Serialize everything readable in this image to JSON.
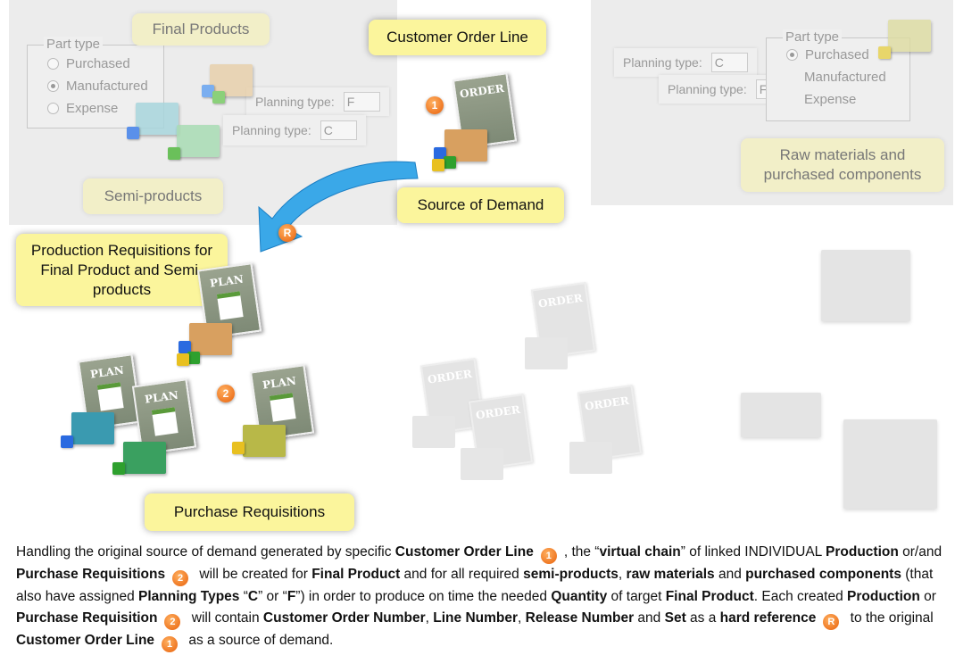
{
  "top_left": {
    "part_type_legend": "Part type",
    "options": [
      "Purchased",
      "Manufactured",
      "Expense"
    ],
    "selected": "Manufactured",
    "final_products": "Final Products",
    "semi_products": "Semi-products",
    "planning_label": "Planning type:",
    "planning_f": "F",
    "planning_c": "C"
  },
  "top_right": {
    "part_type_legend": "Part type",
    "options": [
      "Purchased",
      "Manufactured",
      "Expense"
    ],
    "selected": "Purchased",
    "planning_label": "Planning type:",
    "planning_c": "C",
    "planning_f": "F",
    "raw_materials": "Raw materials and purchased components"
  },
  "callouts": {
    "customer_order_line": "Customer Order Line",
    "source_of_demand": "Source of Demand",
    "production_requisitions": "Production Requisitions for Final Product and Semi-products",
    "purchase_requisitions": "Purchase Requisitions"
  },
  "badges": {
    "one": "1",
    "two": "2",
    "r": "R"
  },
  "doc_labels": {
    "order": "ORDER",
    "plan": "PLAN"
  },
  "colors": {
    "callout": "#fbf59c",
    "arrow": "#3aa8e8",
    "badge": "#e8600a"
  },
  "paragraph": [
    {
      "t": "Handling the original source of demand generated by specific "
    },
    {
      "b": "Customer Order Line"
    },
    {
      "badge": "1"
    },
    {
      "t": ", the “"
    },
    {
      "b": "virtual chain"
    },
    {
      "t": "” of linked INDIVIDUAL "
    },
    {
      "b": "Production"
    },
    {
      "t": " or/and "
    },
    {
      "b": "Purchase Requisitions"
    },
    {
      "badge": "2"
    },
    {
      "t": " will be created for "
    },
    {
      "b": "Final Product"
    },
    {
      "t": " and for all required "
    },
    {
      "b": "semi-products"
    },
    {
      "t": ", "
    },
    {
      "b": "raw materials"
    },
    {
      "t": " and "
    },
    {
      "b": "purchased components"
    },
    {
      "t": " (that also have assigned "
    },
    {
      "b": "Planning Types"
    },
    {
      "t": " “"
    },
    {
      "b": "C"
    },
    {
      "t": "” or “"
    },
    {
      "b": "F"
    },
    {
      "t": "”) in order to produce on time the needed "
    },
    {
      "b": "Quantity"
    },
    {
      "t": " of target "
    },
    {
      "b": "Final Product"
    },
    {
      "t": ".  Each created "
    },
    {
      "b": "Production"
    },
    {
      "t": " or "
    },
    {
      "b": "Purchase Requisition"
    },
    {
      "badge": "2"
    },
    {
      "t": " will contain "
    },
    {
      "b": "Customer Order Number"
    },
    {
      "t": ", "
    },
    {
      "b": "Line Number"
    },
    {
      "t": ", "
    },
    {
      "b": "Release Number"
    },
    {
      "t": " and "
    },
    {
      "b": "Set"
    },
    {
      "t": " as a "
    },
    {
      "b": "hard reference"
    },
    {
      "badge": "R"
    },
    {
      "t": " to the original "
    },
    {
      "b": "Customer Order Line"
    },
    {
      "badge": "1"
    },
    {
      "t": " as a source of demand."
    }
  ]
}
